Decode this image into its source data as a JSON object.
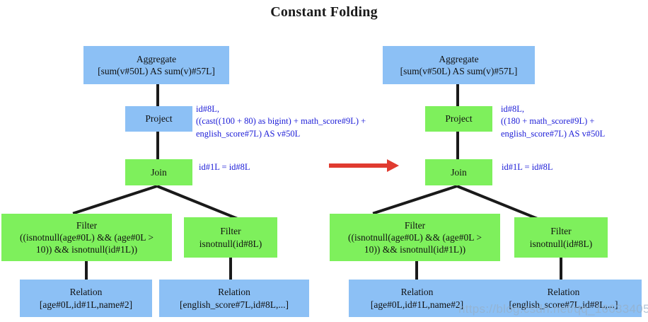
{
  "title": "Constant Folding",
  "watermark": "https://blog.csdn.net/qq_16633405",
  "colors": {
    "blue": "#8cc0f5",
    "green": "#7ef05c",
    "annotation": "#2020d8",
    "arrow": "#e03b30",
    "edge": "#1a1a1a",
    "title": "#1a1a1a"
  },
  "arrow": {
    "name": "transform-arrow",
    "direction": "right"
  },
  "left_plan": {
    "label": "before-constant-folding",
    "aggregate": {
      "line1": "Aggregate",
      "line2": "[sum(v#50L) AS sum(v)#57L]",
      "color": "blue"
    },
    "project": {
      "line1": "Project",
      "color": "blue"
    },
    "project_annotation": "id#8L,\n((cast((100 + 80) as bigint) + math_score#9L) +\nenglish_score#7L) AS v#50L",
    "join": {
      "line1": "Join",
      "color": "green"
    },
    "join_annotation": "id#1L = id#8L",
    "filter_left": {
      "line1": "Filter",
      "line2": "((isnotnull(age#0L) && (age#0L >",
      "line3": "10)) && isnotnull(id#1L))",
      "color": "green"
    },
    "filter_right": {
      "line1": "Filter",
      "line2": "isnotnull(id#8L)",
      "color": "green"
    },
    "relation_left": {
      "line1": "Relation",
      "line2": "[age#0L,id#1L,name#2]",
      "color": "blue"
    },
    "relation_right": {
      "line1": "Relation",
      "line2": "[english_score#7L,id#8L,...]",
      "color": "blue"
    }
  },
  "right_plan": {
    "label": "after-constant-folding",
    "aggregate": {
      "line1": "Aggregate",
      "line2": "[sum(v#50L) AS sum(v)#57L]",
      "color": "blue"
    },
    "project": {
      "line1": "Project",
      "color": "green"
    },
    "project_annotation": "id#8L,\n((180 + math_score#9L) +\nenglish_score#7L) AS v#50L",
    "join": {
      "line1": "Join",
      "color": "green"
    },
    "join_annotation": "id#1L = id#8L",
    "filter_left": {
      "line1": "Filter",
      "line2": "((isnotnull(age#0L) && (age#0L >",
      "line3": "10)) && isnotnull(id#1L))",
      "color": "green"
    },
    "filter_right": {
      "line1": "Filter",
      "line2": "isnotnull(id#8L)",
      "color": "green"
    },
    "relation_left": {
      "line1": "Relation",
      "line2": "[age#0L,id#1L,name#2]",
      "color": "blue"
    },
    "relation_right": {
      "line1": "Relation",
      "line2": "[english_score#7L,id#8L,...]",
      "color": "blue"
    }
  }
}
